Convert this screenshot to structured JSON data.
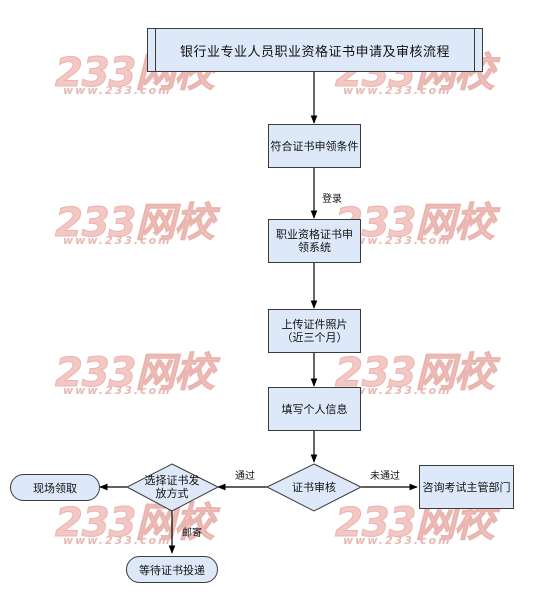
{
  "watermark": {
    "brand": "233网校",
    "url": "www.233.com"
  },
  "flow": {
    "title": "银行业专业人员职业资格证书申请及审核流程",
    "step1": "符合证书申领条件",
    "edge_login": "登录",
    "step2": "职业资格证书申领系统",
    "step3_line1": "上传证件照片",
    "step3_line2": "（近三个月）",
    "step4": "填写个人信息",
    "review": "证书审核",
    "edge_pass": "通过",
    "edge_fail": "未通过",
    "consult": "咨询考试主管部门",
    "choose": "选择证书发放方式",
    "onsite": "现场领取",
    "edge_mail": "邮寄",
    "wait_mail": "等待证书投递"
  }
}
